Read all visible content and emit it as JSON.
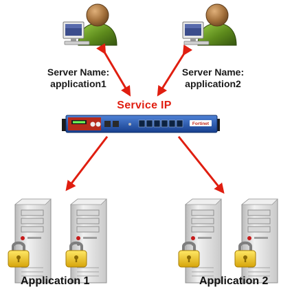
{
  "users": [
    {
      "server_name_label": "Server Name:",
      "server_name": "application1"
    },
    {
      "server_name_label": "Server Name:",
      "server_name": "application2"
    }
  ],
  "service_ip": "Service IP",
  "appliance": {
    "brand_text": "Fortinet"
  },
  "applications": [
    "Application 1",
    "Application 2"
  ],
  "colors": {
    "arrow": "#e01e10",
    "service_ip_text": "#e01e10",
    "user_body": "#5d8a1c",
    "user_head": "#a26f3a",
    "appliance_body": "#1f4fa8",
    "server_body": "#dcdcdc",
    "lock": "#f2c818"
  },
  "icons": [
    "user-with-computer-icon",
    "load-balancer-appliance-icon",
    "server-tower-icon",
    "padlock-icon"
  ]
}
